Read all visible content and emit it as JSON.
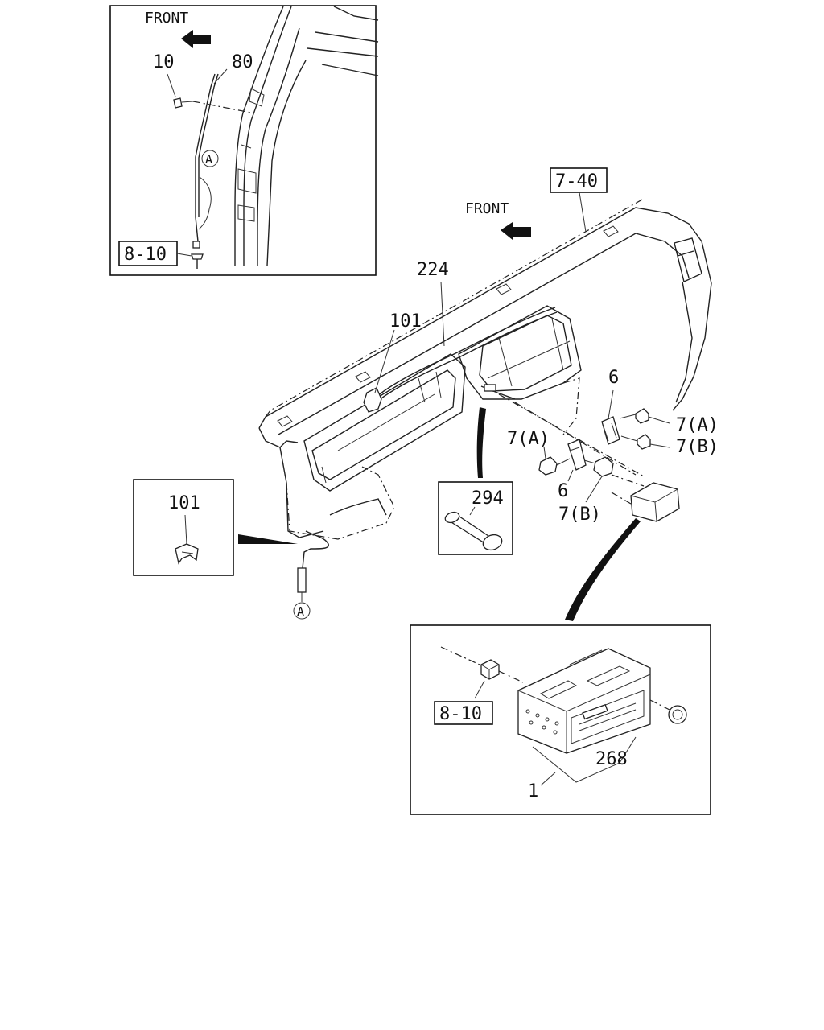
{
  "labels": {
    "front_inset": "FRONT",
    "front_main": "FRONT",
    "p10": "10",
    "p80": "80",
    "ref_a_inset": "A",
    "ref_8_10_inset": "8-10",
    "ref_7_40": "7-40",
    "p224": "224",
    "p101_main": "101",
    "p6_upper": "6",
    "p7a_right": "7(A)",
    "p7b_right": "7(B)",
    "p7a_left": "7(A)",
    "p6_lower": "6",
    "p7b_lower": "7(B)",
    "p294": "294",
    "p101_inset": "101",
    "ref_a_main": "A",
    "ref_8_10_radio": "8-10",
    "p268": "268",
    "p1": "1"
  }
}
